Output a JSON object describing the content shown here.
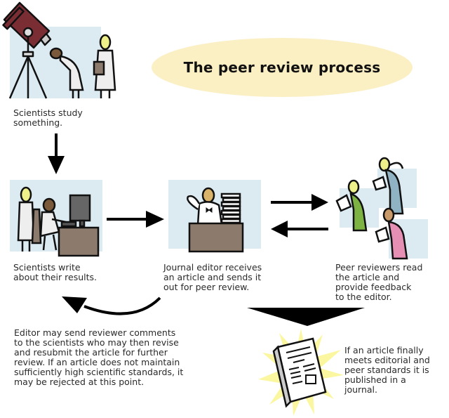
{
  "title": "The peer review process",
  "colors": {
    "title_bg": "#fbefc4",
    "panel_bg": "#dcebf2",
    "telescope": "#7b2d34",
    "desk": "#8c7a6c",
    "reviewer_green": "#7cb342",
    "reviewer_blue": "#8fb3c2",
    "reviewer_pink": "#e58fb4",
    "starburst": "#fbf7a0"
  },
  "steps": [
    {
      "id": "study",
      "icon": "telescope-scientists-icon",
      "caption": "Scientists study\nsomething."
    },
    {
      "id": "write",
      "icon": "scientists-at-computer-icon",
      "caption": "Scientists write\nabout their results."
    },
    {
      "id": "editor",
      "icon": "journal-editor-icon",
      "caption": "Journal editor receives\nan article and sends it\nout for peer review."
    },
    {
      "id": "reviewers",
      "icon": "peer-reviewers-icon",
      "caption": "Peer reviewers read\nthe article and\nprovide feedback\nto the editor."
    },
    {
      "id": "revise",
      "icon": "",
      "caption": "Editor may send reviewer comments\nto the scientists who may then revise\nand resubmit the article for further\nreview.  If an article does not maintain\nsufficiently high scientific standards, it\nmay be rejected at this point."
    },
    {
      "id": "publish",
      "icon": "published-journal-icon",
      "caption": "If an article finally\nmeets editorial and\npeer standards it is\npublished in a\njournal."
    }
  ],
  "arrows": [
    {
      "from": "study",
      "to": "write",
      "kind": "straight-down"
    },
    {
      "from": "write",
      "to": "editor",
      "kind": "straight-right"
    },
    {
      "from": "editor",
      "to": "reviewers",
      "kind": "straight-right"
    },
    {
      "from": "reviewers",
      "to": "editor",
      "kind": "straight-left"
    },
    {
      "from": "editor",
      "to": "write",
      "kind": "curved-back"
    },
    {
      "from": "reviewers",
      "to": "publish",
      "kind": "wide-down"
    }
  ]
}
